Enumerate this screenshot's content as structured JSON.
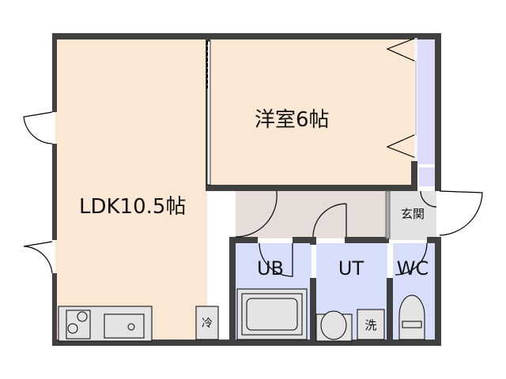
{
  "rooms": {
    "ldk": "LDK10.5帖",
    "western": "洋室6帖",
    "entrance": "玄関",
    "bath": "UB",
    "utility": "UT",
    "toilet": "WC"
  },
  "fixtures": {
    "fridge": "冷",
    "washer": "洗"
  },
  "colors": {
    "room_floor": "#fbe8d4",
    "wet_area": "#d6defa",
    "closet": "#dcdcf8",
    "hallway": "#e6ddd8",
    "entrance": "#e2e2e2",
    "wall": "#404040"
  }
}
